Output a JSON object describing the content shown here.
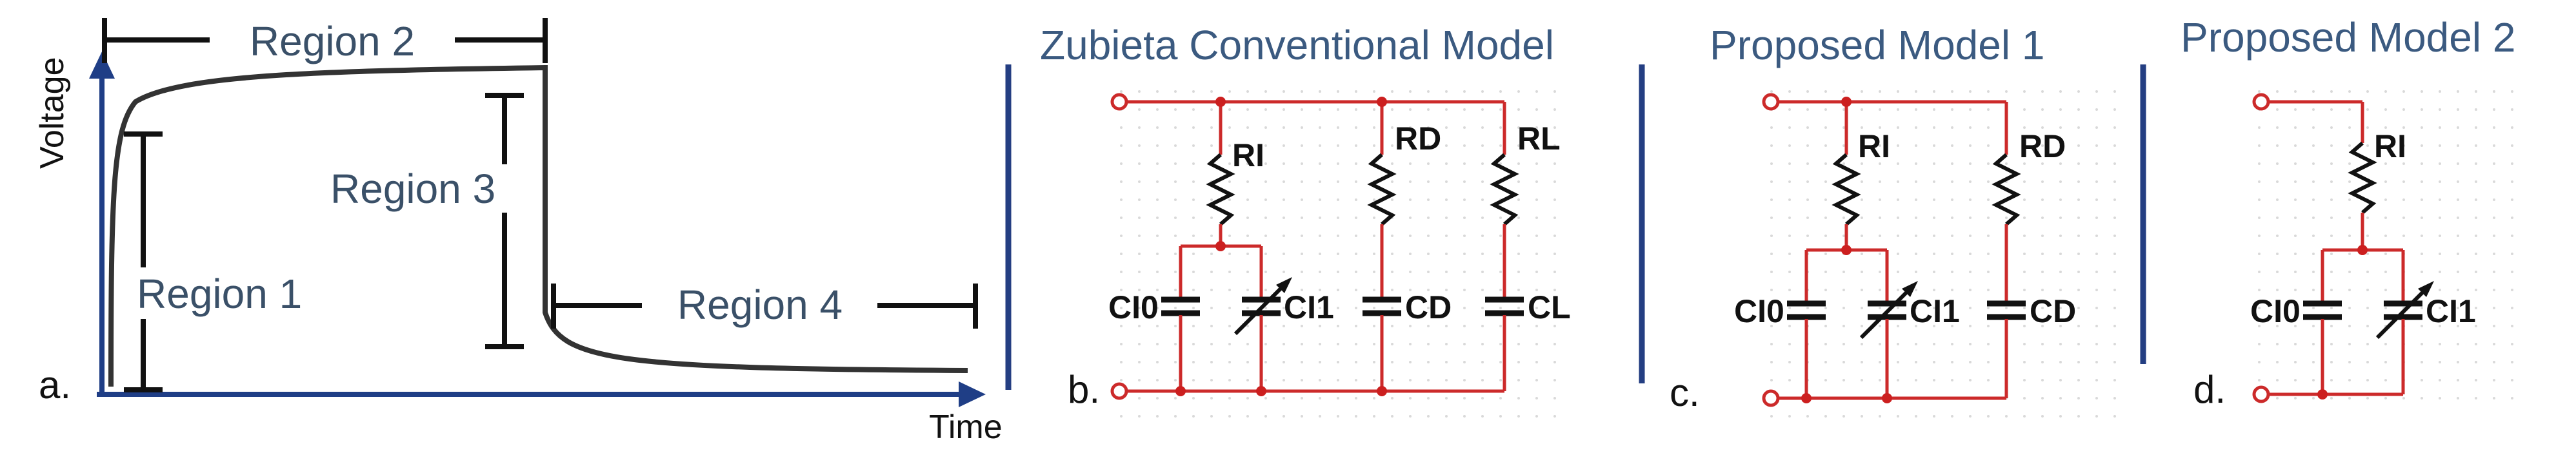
{
  "colors": {
    "wire": "#cc2a2a",
    "dot": "#cc1f1f",
    "separator": "#243e82",
    "title": "#3b5a80",
    "region_label": "#3a5068",
    "curve": "#333333"
  },
  "panel_a": {
    "letter": "a.",
    "y_axis_label": "Voltage",
    "x_axis_label": "Time",
    "regions": [
      "Region 1",
      "Region 2",
      "Region 3",
      "Region 4"
    ]
  },
  "panel_b": {
    "letter": "b.",
    "title": "Zubieta Conventional Model",
    "components": [
      "RI",
      "RD",
      "RL",
      "CI0",
      "CI1",
      "CD",
      "CL"
    ]
  },
  "panel_c": {
    "letter": "c.",
    "title": "Proposed Model 1",
    "components": [
      "RI",
      "RD",
      "CI0",
      "CI1",
      "CD"
    ]
  },
  "panel_d": {
    "letter": "d.",
    "title": "Proposed Model 2",
    "components": [
      "RI",
      "CI0",
      "CI1"
    ]
  }
}
